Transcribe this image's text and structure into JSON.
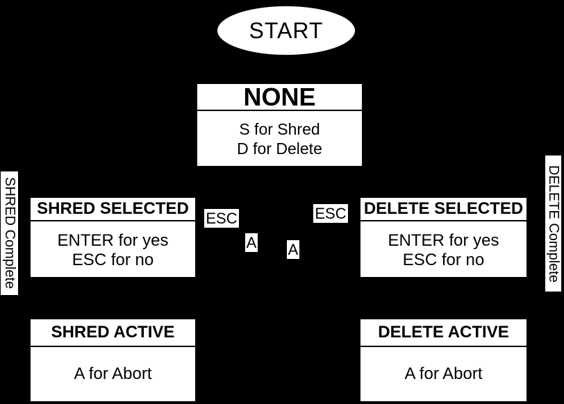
{
  "colors": {
    "background": "#000000",
    "node_fill": "#ffffff",
    "node_text": "#000000"
  },
  "start_node": {
    "label": "START"
  },
  "states": {
    "none": {
      "title": "NONE",
      "line1": "S for Shred",
      "line2": "D for Delete"
    },
    "shred_selected": {
      "title": "SHRED SELECTED",
      "line1": "ENTER for yes",
      "line2": "ESC for no"
    },
    "delete_selected": {
      "title": "DELETE SELECTED",
      "line1": "ENTER for yes",
      "line2": "ESC for no"
    },
    "shred_active": {
      "title": "SHRED ACTIVE",
      "line1": "A for Abort"
    },
    "delete_active": {
      "title": "DELETE ACTIVE",
      "line1": "A for Abort"
    }
  },
  "edge_labels": {
    "esc_left": "ESC",
    "a_left": "A",
    "a_right": "A",
    "esc_right": "ESC",
    "shred_complete": "SHRED Complete",
    "delete_complete": "DELETE Complete"
  }
}
